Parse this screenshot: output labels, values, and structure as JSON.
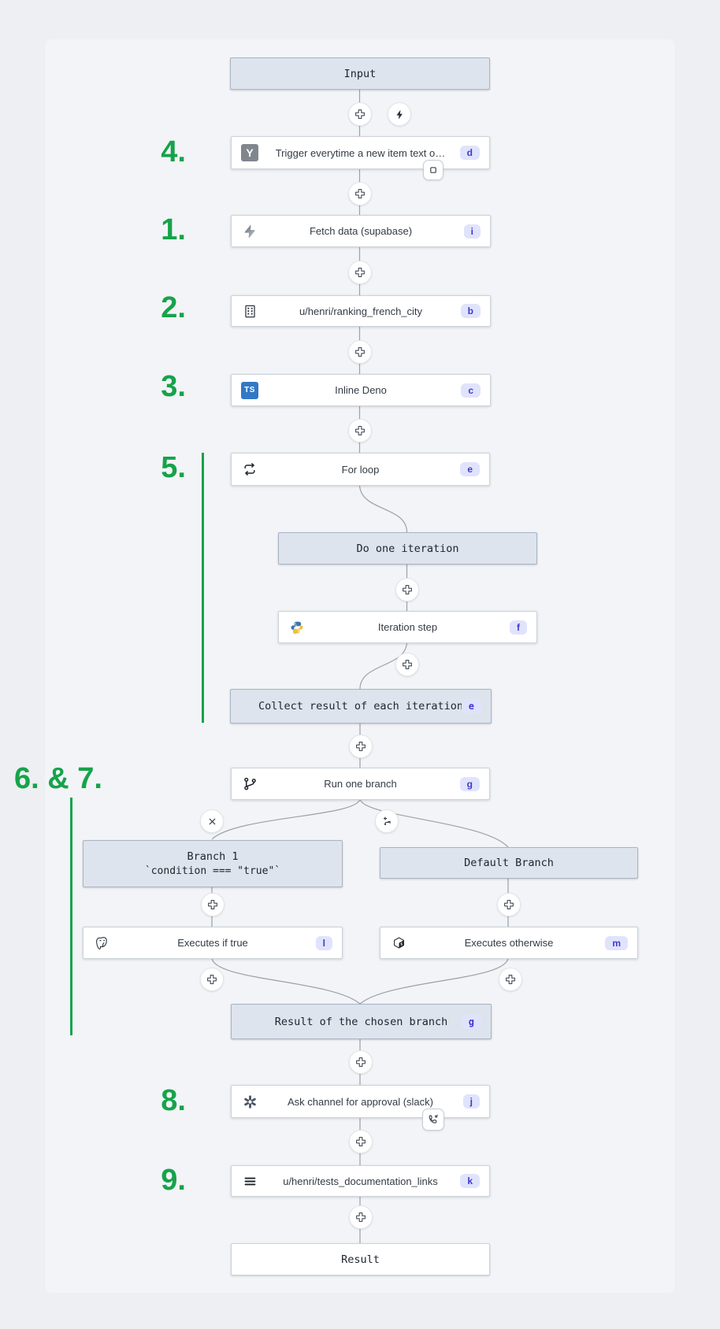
{
  "colors": {
    "annotation_green": "#16a34a",
    "badge_bg": "#e0e3fc",
    "badge_text": "#4338ca",
    "node_bg": "#ffffff",
    "header_box_bg": "#dee4ed",
    "connector_gray": "#9aa1aa",
    "typescript_blue": "#3178c6",
    "hackernews_gray": "#80868e"
  },
  "annotations": [
    {
      "label": "4."
    },
    {
      "label": "1."
    },
    {
      "label": "2."
    },
    {
      "label": "3."
    },
    {
      "label": "5."
    },
    {
      "label": "6. & 7."
    },
    {
      "label": "8."
    },
    {
      "label": "9."
    }
  ],
  "nodes": {
    "input": {
      "label": "Input"
    },
    "trigger": {
      "label": "Trigger everytime a new item text o…",
      "badge": "d",
      "icon": "hackernews-icon"
    },
    "fetch": {
      "label": "Fetch data (supabase)",
      "badge": "i",
      "icon": "supabase-icon"
    },
    "ranking": {
      "label": "u/henri/ranking_french_city",
      "badge": "b",
      "icon": "building-icon"
    },
    "inline_deno": {
      "label": "Inline Deno",
      "badge": "c",
      "icon": "typescript-icon"
    },
    "for_loop": {
      "label": "For loop",
      "badge": "e",
      "icon": "loop-icon"
    },
    "do_one_iteration": {
      "label": "Do one iteration"
    },
    "iteration_step": {
      "label": "Iteration step",
      "badge": "f",
      "icon": "python-icon"
    },
    "collect": {
      "label": "Collect result of each iteration",
      "badge": "e"
    },
    "run_one_branch": {
      "label": "Run one branch",
      "badge": "g",
      "icon": "git-branch-icon"
    },
    "branch1": {
      "label": "Branch 1",
      "sublabel": "`condition === \"true\"`"
    },
    "default_branch": {
      "label": "Default Branch"
    },
    "executes_if_true": {
      "label": "Executes if true",
      "badge": "l",
      "icon": "postgresql-icon"
    },
    "executes_otherwise": {
      "label": "Executes otherwise",
      "badge": "m",
      "icon": "bash-icon"
    },
    "ask_approval": {
      "label": "Ask channel for approval (slack)",
      "badge": "j",
      "icon": "gear-icon"
    },
    "docs_links": {
      "label": "u/henri/tests_documentation_links",
      "badge": "k",
      "icon": "list-icon"
    },
    "result": {
      "label": "Result"
    }
  },
  "icons": {
    "plus-icon": "+",
    "bolt-icon": "lightning bolt",
    "close-icon": "x",
    "add-branch-icon": "branch with plus",
    "square-icon": "stop square",
    "phone-incoming-icon": "phone with incoming arrow",
    "hackernews-icon": "Y",
    "supabase-icon": "gray lightning",
    "building-icon": "office building",
    "typescript-icon": "TS",
    "loop-icon": "repeat arrows",
    "python-icon": "python snakes",
    "git-branch-icon": "git branch",
    "postgresql-icon": "elephant outline",
    "bash-icon": "dark cube with $",
    "gear-icon": "dark asterisk gear",
    "list-icon": "three lines"
  }
}
